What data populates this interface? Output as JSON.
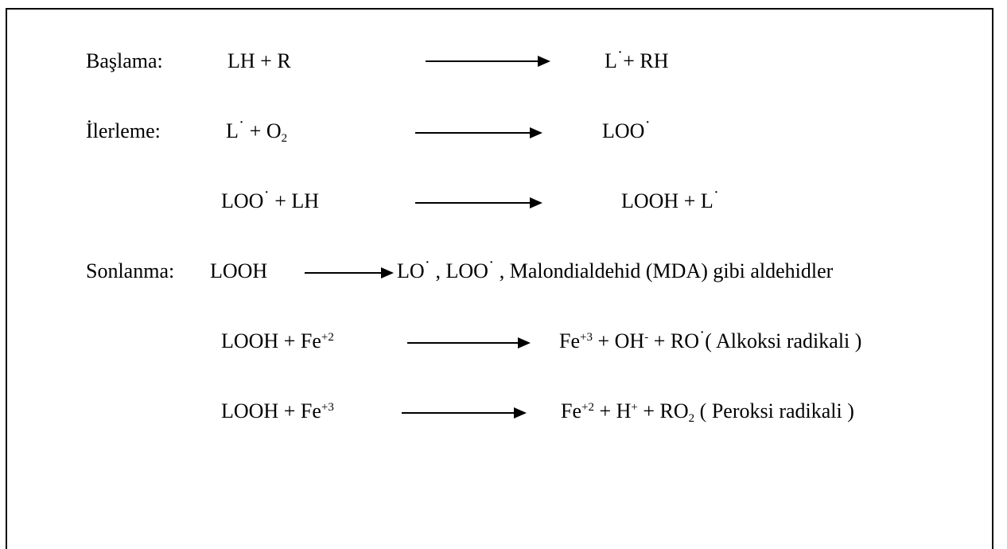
{
  "labels": {
    "initiation": "Başlama:",
    "propagation": "İlerleme:",
    "termination": "Sonlanma:"
  },
  "reactions": {
    "r1_left": "LH + R",
    "r1_right_a": "L",
    "r1_right_dot": "˙",
    "r1_right_b": "+ RH",
    "r2_left_a": "L",
    "r2_left_dot": "˙",
    "r2_left_b": " + O",
    "r2_left_sub": "2",
    "r2_right_a": "LOO",
    "r2_right_dot": "˙",
    "r3_left_a": "LOO",
    "r3_left_dot": "˙",
    "r3_left_b": " + LH",
    "r3_right_a": "LOOH + L",
    "r3_right_dot": "˙",
    "r4_left": "LOOH",
    "r4_right_a": "LO",
    "r4_right_dot1": "˙",
    "r4_right_b": " , LOO",
    "r4_right_dot2": "˙",
    "r4_right_c": " ,  Malondialdehid (MDA) gibi aldehidler",
    "r5_left_a": "LOOH + Fe",
    "r5_left_sup": "+2",
    "r5_right_a": "Fe",
    "r5_right_sup1": "+3",
    "r5_right_b": " + OH",
    "r5_right_sup2": "-",
    "r5_right_c": " + RO",
    "r5_right_dot": "˙",
    "r5_right_d": "( Alkoksi radikali )",
    "r6_left_a": "LOOH + Fe",
    "r6_left_sup": "+3",
    "r6_right_a": "Fe",
    "r6_right_sup1": "+2",
    "r6_right_b": " + H",
    "r6_right_sup2": "+",
    "r6_right_c": " + RO",
    "r6_right_sub": "2",
    "r6_right_d": " ( Peroksi radikali )"
  }
}
